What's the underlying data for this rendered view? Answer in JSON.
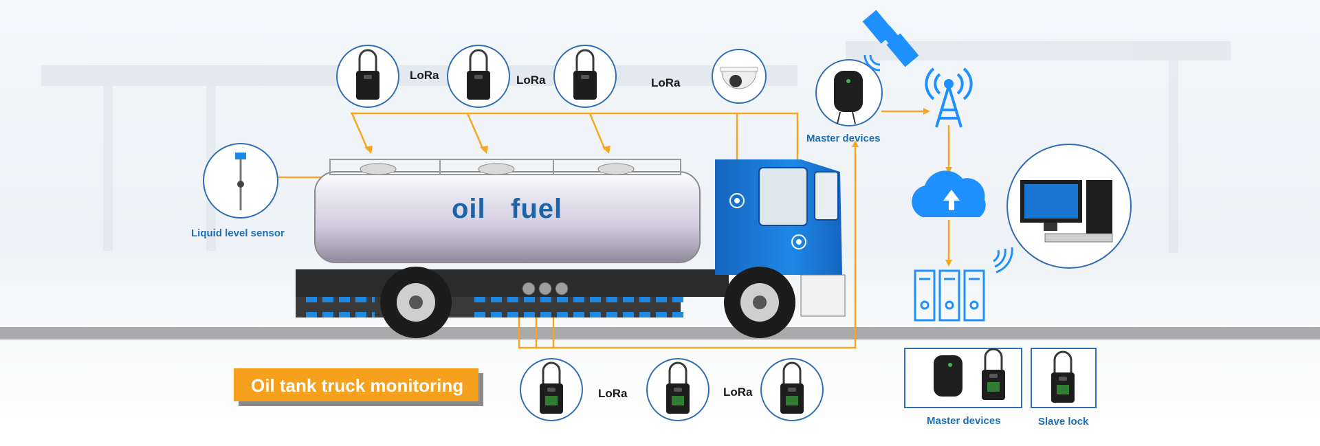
{
  "title": "Oil tank truck monitoring",
  "tank_text": "oil   fuel",
  "labels": {
    "liquid_level_sensor": "Liquid level sensor",
    "master_devices_top": "Master devices",
    "master_devices_bottom": "Master devices",
    "slave_lock": "Slave lock"
  },
  "lora_label": "LoRa",
  "colors": {
    "accent_orange": "#f5a11d",
    "line_orange": "#f6a623",
    "brand_blue": "#1d6fb5",
    "truck_blue": "#1976d2",
    "icon_blue": "#1e90ff"
  },
  "icons": [
    "padlock-icon",
    "camera-icon",
    "master-device-icon",
    "satellite-icon",
    "antenna-tower-icon",
    "cloud-upload-icon",
    "server-rack-icon",
    "computer-icon",
    "level-sensor-icon",
    "wifi-signal-icon"
  ]
}
